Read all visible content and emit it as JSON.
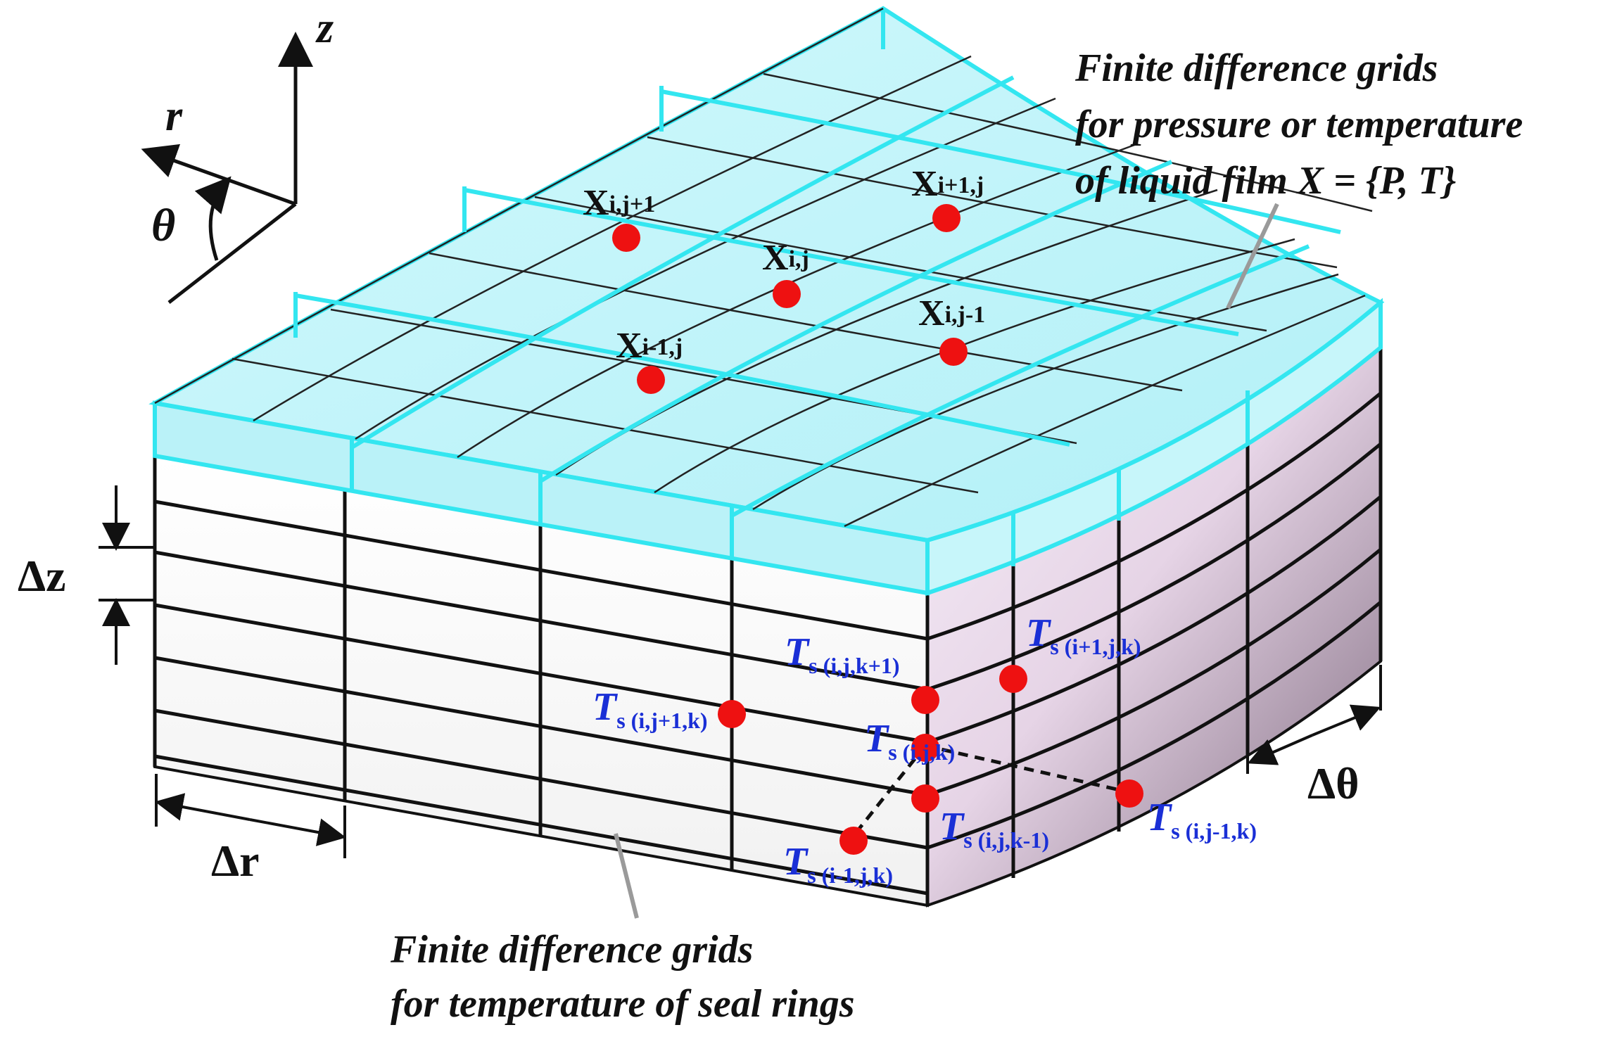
{
  "axes": {
    "z": "z",
    "r": "r",
    "theta": "θ"
  },
  "deltas": {
    "dz": "Δz",
    "dr": "Δr",
    "dtheta": "Δθ"
  },
  "captions": {
    "film": [
      "Finite difference grids",
      "for pressure or temperature",
      "of liquid film X = {P, T}"
    ],
    "seal": [
      "Finite difference grids",
      "for temperature of seal rings"
    ]
  },
  "film_nodes": [
    {
      "main": "X",
      "sub": "i,j+1"
    },
    {
      "main": "X",
      "sub": "i+1,j"
    },
    {
      "main": "X",
      "sub": "i,j"
    },
    {
      "main": "X",
      "sub": "i,j-1"
    },
    {
      "main": "X",
      "sub": "i-1,j"
    }
  ],
  "seal_nodes": [
    {
      "main": "T",
      "sub": "s (i,j,k+1)"
    },
    {
      "main": "T",
      "sub": "s (i+1,j,k)"
    },
    {
      "main": "T",
      "sub": "s (i,j+1,k)"
    },
    {
      "main": "T",
      "sub": "s (i,j,k)"
    },
    {
      "main": "T",
      "sub": "s (i,j-1,k)"
    },
    {
      "main": "T",
      "sub": "s (i,j,k-1)"
    },
    {
      "main": "T",
      "sub": "s (i-1,j,k)"
    }
  ],
  "colors": {
    "film": "#33e6f0",
    "film_fill": "#bff6fb",
    "node": "#ee1111",
    "seal_label": "#1a2fd6",
    "line": "#111111",
    "leader": "#999999"
  }
}
